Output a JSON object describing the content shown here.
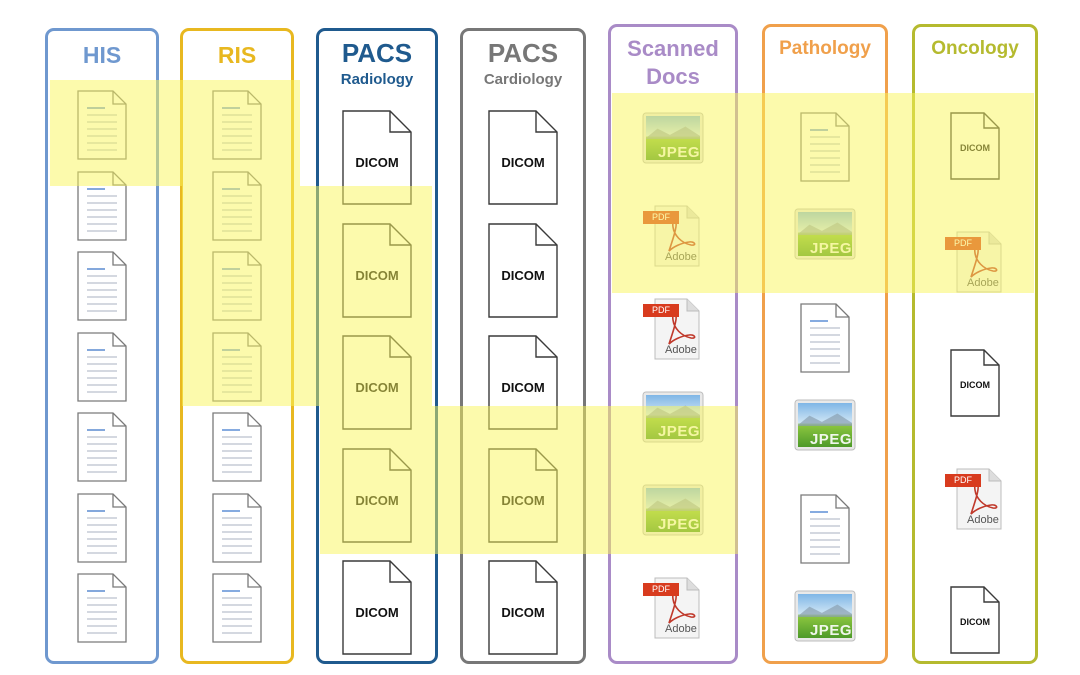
{
  "labels": {
    "dicom": "DICOM",
    "pdf": "PDF",
    "adobe": "Adobe",
    "jpeg": "JPEG"
  },
  "colors": {
    "his": "#6f98cf",
    "ris": "#e8b820",
    "pacs_radiology": "#1f5a8e",
    "pacs_cardiology": "#777777",
    "scanned_docs": "#a98bc7",
    "pathology": "#f0a04b",
    "oncology": "#b5ba2f",
    "highlight": "#faf55a"
  },
  "columns": [
    {
      "id": "his",
      "title": "HIS",
      "subtitle": "",
      "items": [
        "document",
        "document",
        "document",
        "document",
        "document",
        "document",
        "document"
      ]
    },
    {
      "id": "ris",
      "title": "RIS",
      "subtitle": "",
      "items": [
        "document",
        "document",
        "document",
        "document",
        "document",
        "document",
        "document"
      ]
    },
    {
      "id": "pacs_radiology",
      "title": "PACS",
      "subtitle": "Radiology",
      "items": [
        "dicom",
        "dicom",
        "dicom",
        "dicom",
        "dicom"
      ]
    },
    {
      "id": "pacs_cardiology",
      "title": "PACS",
      "subtitle": "Cardiology",
      "items": [
        "dicom",
        "dicom",
        "dicom",
        "dicom",
        "dicom"
      ]
    },
    {
      "id": "scanned_docs",
      "title": "Scanned",
      "subtitle": "Docs",
      "items": [
        "jpeg",
        "pdf",
        "pdf",
        "jpeg",
        "jpeg",
        "pdf"
      ]
    },
    {
      "id": "pathology",
      "title": "Pathology",
      "subtitle": "",
      "items": [
        "document",
        "jpeg",
        "document",
        "jpeg",
        "document",
        "jpeg"
      ]
    },
    {
      "id": "oncology",
      "title": "Oncology",
      "subtitle": "",
      "items": [
        "dicom",
        "pdf",
        "dicom",
        "pdf",
        "dicom"
      ]
    }
  ]
}
